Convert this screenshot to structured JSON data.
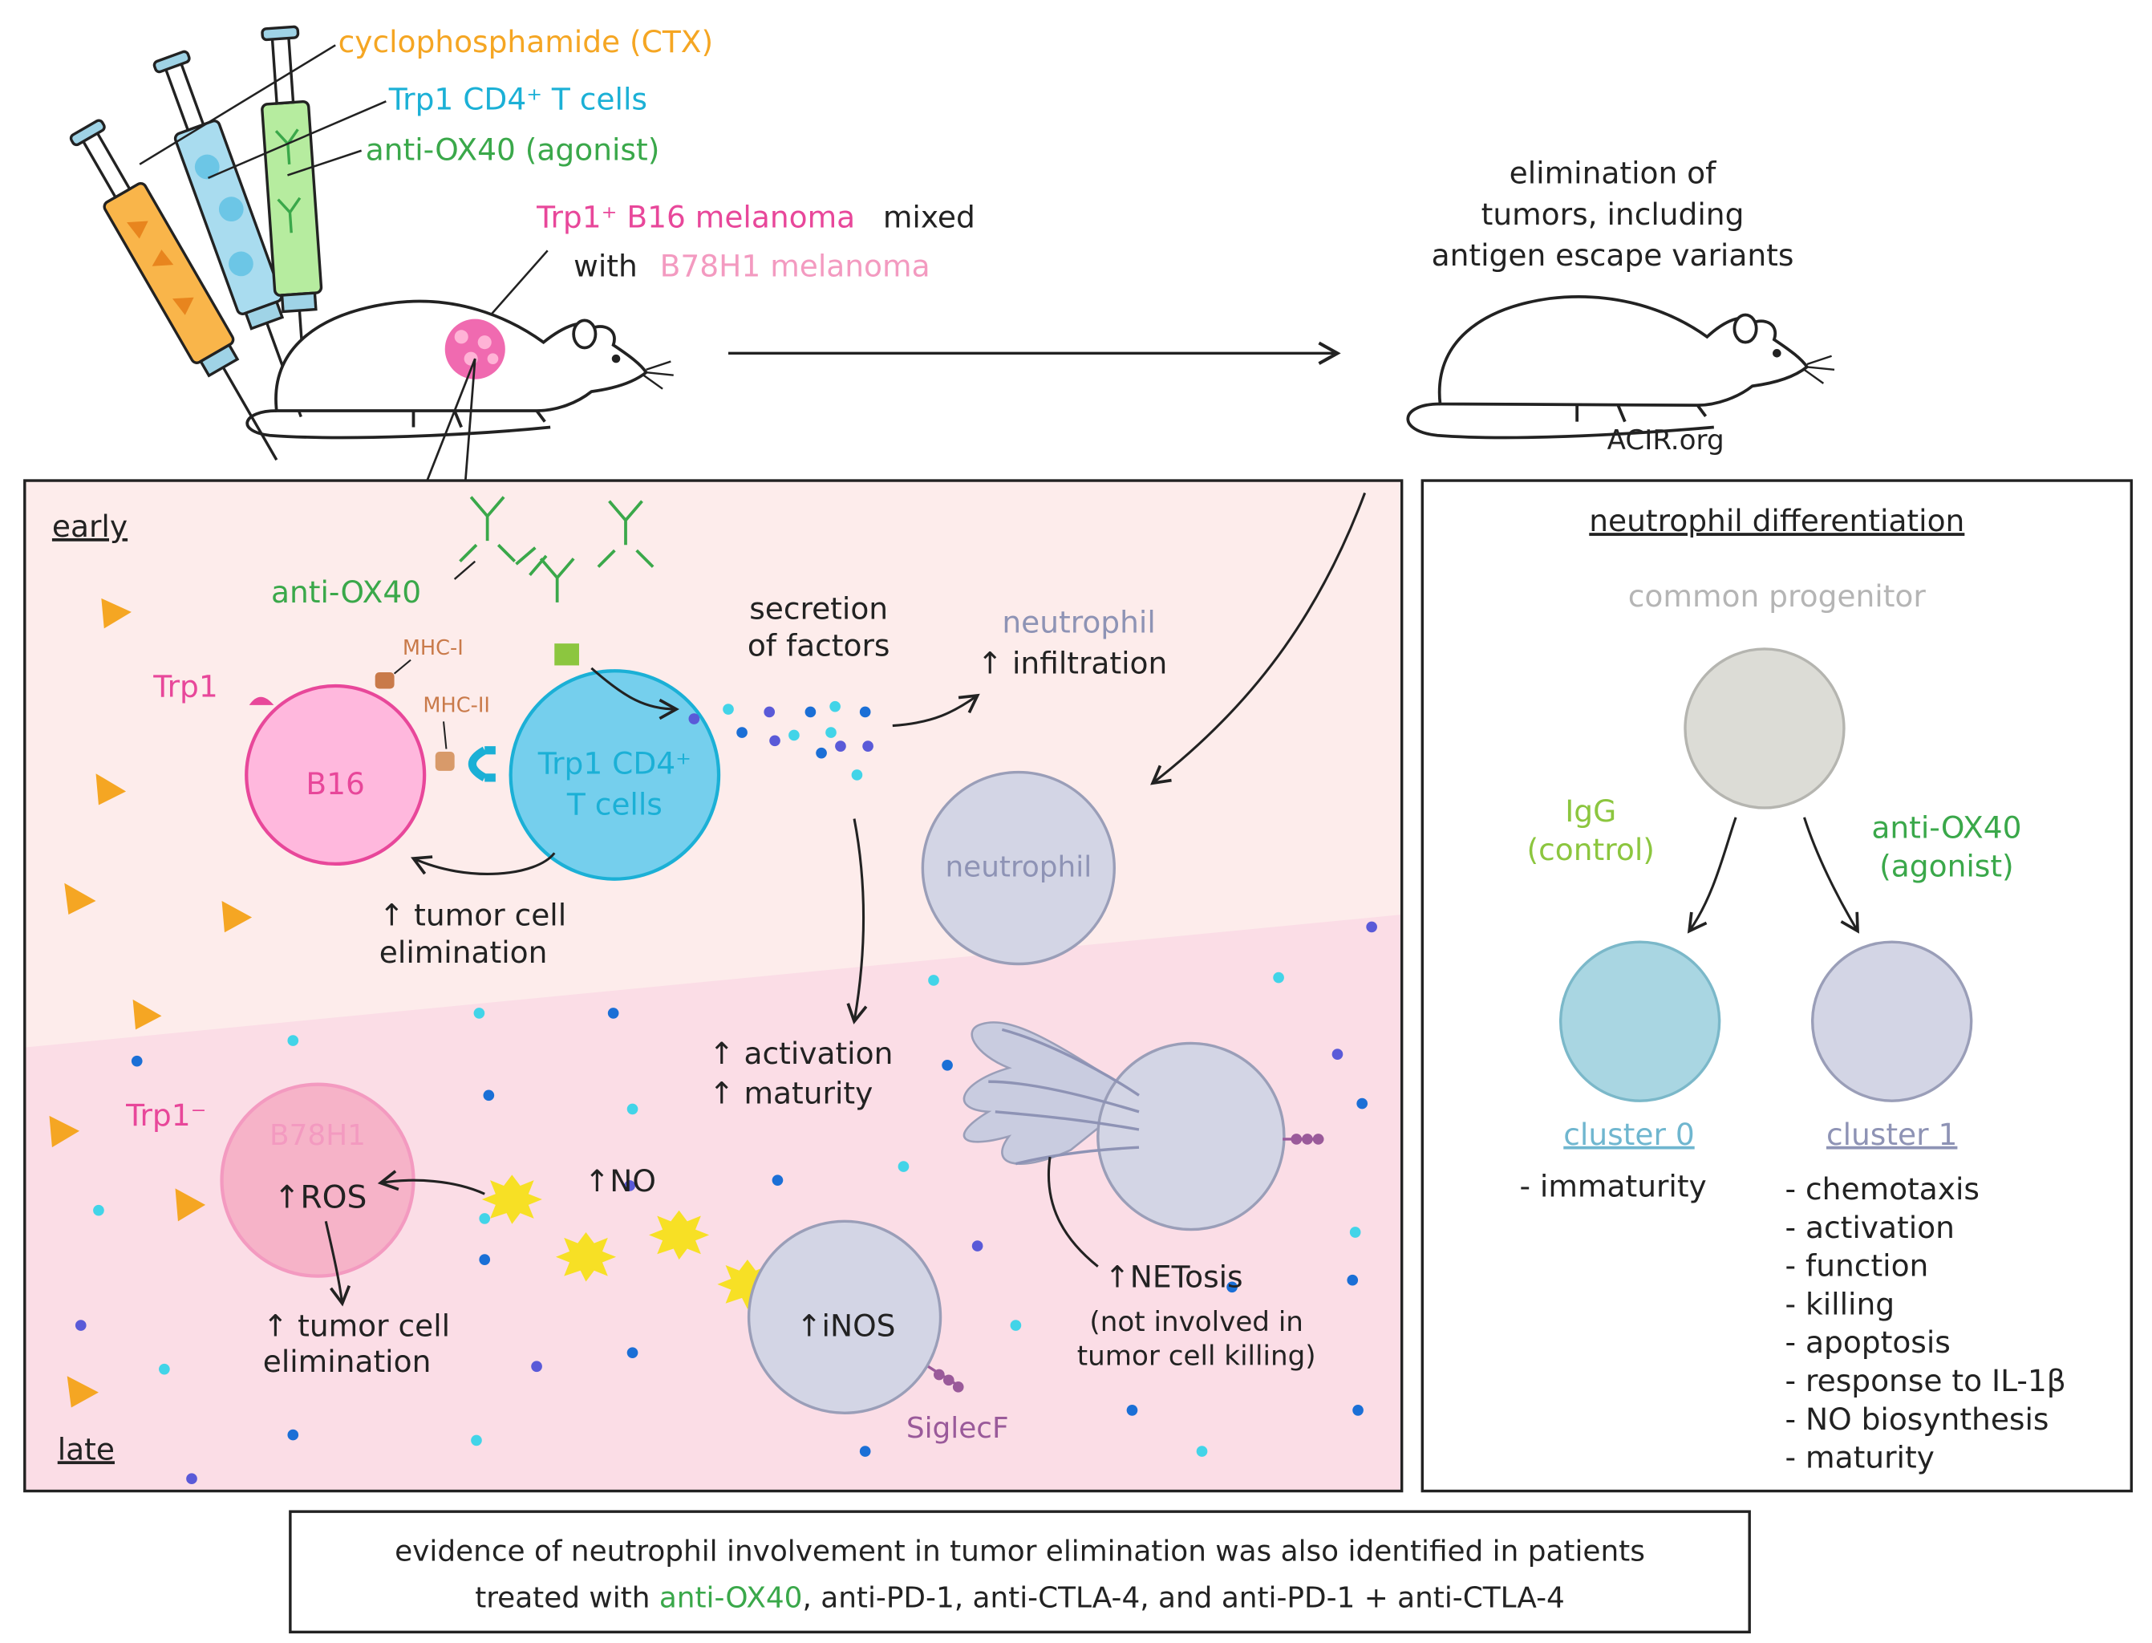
{
  "colors": {
    "orange": "#f5a623",
    "cyan": "#1bb0d6",
    "green": "#3aa84a",
    "lime": "#8cc63f",
    "magenta": "#e8479a",
    "pink_light": "#f39ac0",
    "slate": "#8e93b5",
    "teal_text": "#6fb6cf",
    "grey_text": "#b5b5b5",
    "brown": "#c97a4a",
    "purple": "#9a5a9a",
    "yellow": "#f7e025",
    "early_bg": "#fdeceb",
    "late_bg": "#fbdde6"
  },
  "top": {
    "injections": {
      "ctx": "cyclophosphamide (CTX)",
      "trp1_cells": "Trp1 CD4⁺ T cells",
      "anti_ox40": "anti-OX40 (agonist)"
    },
    "tumor": {
      "b16": "Trp1⁺ B16 melanoma",
      "mixed": "mixed",
      "with": "with",
      "b78": "B78H1 melanoma"
    },
    "outcome": [
      "elimination of",
      "tumors, including",
      "antigen escape variants"
    ],
    "credit": "ACIR.org"
  },
  "mechanism": {
    "early_label": "early",
    "late_label": "late",
    "anti_ox40": "anti-OX40",
    "trp1": "Trp1",
    "mhc1": "MHC-I",
    "mhc2": "MHC-II",
    "b16": "B16",
    "t_cells": [
      "Trp1 CD4⁺",
      "T cells"
    ],
    "secretion": [
      "secretion",
      "of factors"
    ],
    "infiltration": [
      "neutrophil",
      "↑ infiltration"
    ],
    "neutrophil": "neutrophil",
    "tumor_elim_early": [
      "↑ tumor cell",
      "elimination"
    ],
    "activation": [
      "↑ activation",
      "↑ maturity"
    ],
    "trp1_neg": "Trp1⁻",
    "b78": "B78H1",
    "ros": "↑ROS",
    "no": "↑NO",
    "tumor_elim_late": [
      "↑ tumor cell",
      "elimination"
    ],
    "inos": "↑iNOS",
    "siglecf": "SiglecF",
    "netosis": [
      "↑NETosis",
      "(not involved in",
      "tumor cell killing)"
    ]
  },
  "differentiation": {
    "title": "neutrophil differentiation",
    "progenitor": "common progenitor",
    "igg": [
      "IgG",
      "(control)"
    ],
    "ox40": [
      "anti-OX40",
      "(agonist)"
    ],
    "cluster0": "cluster 0",
    "cluster1": "cluster 1",
    "cluster0_items": [
      "- immaturity"
    ],
    "cluster1_items": [
      "- chemotaxis",
      "- activation",
      "- function",
      "- killing",
      "- apoptosis",
      "- response to IL-1β",
      "- NO biosynthesis",
      "- maturity"
    ]
  },
  "footer": {
    "line1": "evidence of neutrophil involvement in tumor elimination was also identified in patients",
    "line2_prefix": "treated with",
    "line2_ox40": "anti-OX40",
    "line2_rest": ", anti-PD-1, anti-CTLA-4, and anti-PD-1 + anti-CTLA-4"
  }
}
